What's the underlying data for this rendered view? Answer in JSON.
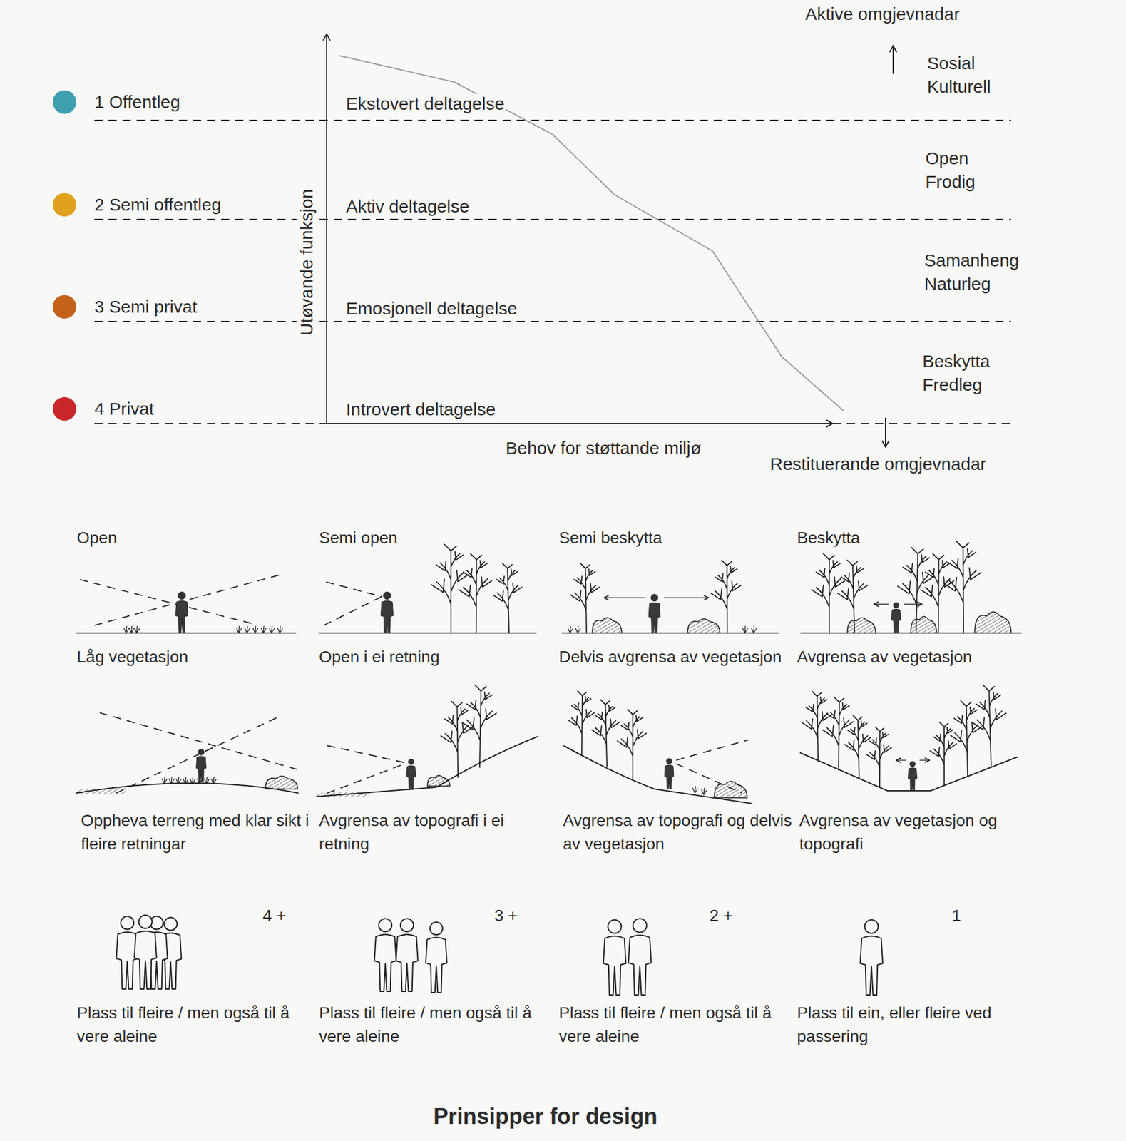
{
  "diagram": {
    "title": "Prinsipper for design",
    "labels": [
      "Aktive omgjevnadar",
      "Sosial Kulturell",
      "Ekstovert deltagelse",
      "Open Frodig",
      "Aktiv deltagelse",
      "Samanheng Naturleg",
      "Emosjonell deltagelse",
      "Beskytta Fredleg",
      "Introvert deltagelse",
      "Utøvande funksjon",
      "Behov for støttande miljø",
      "Restituerande omgjevnadar",
      "Open",
      "Semi open",
      "Semi beskytta",
      "Beskytta",
      "Låg vegetasjon",
      "Open i ei retning",
      "Delvis avgrensa av vegetasjon",
      "Avgrensa av vegetasjon",
      "Oppheva terreng med klar sikt i fleire retningar",
      "Avgrensa av topografi i ei retning",
      "Avgrensa av topografi og delvis av vegetasjon",
      "Avgrensa av vegetasjon og topografi",
      "4 +",
      "3 +",
      "2 +",
      "1",
      "Plass til fleire / men også til å vere aleine",
      "Plass til fleire / men også til å vere aleine",
      "Plass til fleire / men også til å vere aleine",
      "Plass til ein, eller fleire ved passering"
    ],
    "legend": [
      {
        "text": "1 Offentleg",
        "color": "#3e9fae"
      },
      {
        "text": "2 Semi offentleg",
        "color": "#e0a21e"
      },
      {
        "text": "3 Semi privat",
        "color": "#c4621a"
      },
      {
        "text": "4 Privat",
        "color": "#c8262b"
      }
    ]
  }
}
